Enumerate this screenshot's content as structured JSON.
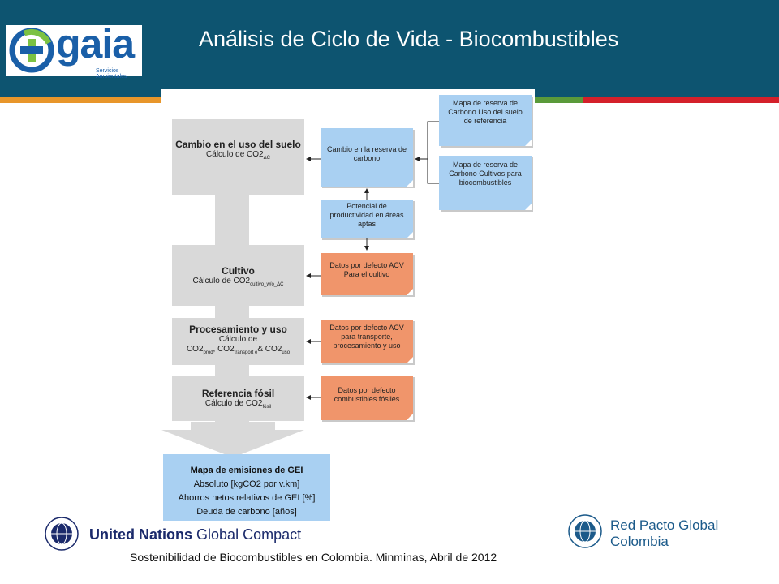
{
  "header": {
    "title": "Análisis de Ciclo de Vida - Biocombustibles",
    "logo_word": "gaia",
    "logo_sub": "Servicios Ambientales"
  },
  "colors": {
    "header_bg": "#0d5470",
    "stripe_orange": "#e8962a",
    "stripe_green": "#5a9a3a",
    "stripe_red": "#d4202a",
    "note_blue": "#a9d0f2",
    "note_orange": "#f0956b",
    "stage_gray": "#d9d9d9"
  },
  "stages": {
    "suelo": {
      "title": "Cambio en el uso del suelo",
      "calc_prefix": "Cálculo de CO2",
      "calc_sub": "ΔC"
    },
    "cultivo": {
      "title": "Cultivo",
      "calc_prefix": "Cálculo de CO2",
      "calc_sub": "cultivo_w/o_ΔC"
    },
    "procesamiento": {
      "title": "Procesamiento y uso",
      "calc_line1": "Cálculo de",
      "calc_a": "CO2",
      "calc_a_sub": "prod",
      "calc_b": ", CO2",
      "calc_b_sub": "transport e",
      "calc_c": "& CO2",
      "calc_c_sub": "uso"
    },
    "fosil": {
      "title": "Referencia fósil",
      "calc_prefix": "Cálculo de CO2",
      "calc_sub": "fósil"
    }
  },
  "notes": {
    "mapa_ref": "Mapa de reserva de Carbono Uso del suelo de referencia",
    "mapa_cult": "Mapa de reserva de Carbono Cultivos para biocombustibles",
    "cambio_reserva": "Cambio en la reserva de carbono",
    "potencial": "Potencial de productividad en áreas aptas",
    "datos_cultivo": "Datos por defecto ACV Para el cultivo",
    "datos_proc": "Datos por defecto ACV para transporte, procesamiento y uso",
    "datos_fosil": "Datos por defecto combustibles fósiles"
  },
  "result": {
    "title": "Mapa de emisiones de GEI",
    "line1": "Absoluto [kgCO2 por v.km]",
    "line2": "Ahorros netos relativos de GEI [%]",
    "line3": "Deuda de carbono [años]"
  },
  "footer": {
    "gc_left_bold": "United Nations",
    "gc_left_rest": "Global Compact",
    "rp_line1": "Red Pacto Global",
    "rp_line2": "Colombia",
    "source": "Sostenibilidad de Biocombustibles en Colombia. Minminas, Abril de 2012"
  }
}
